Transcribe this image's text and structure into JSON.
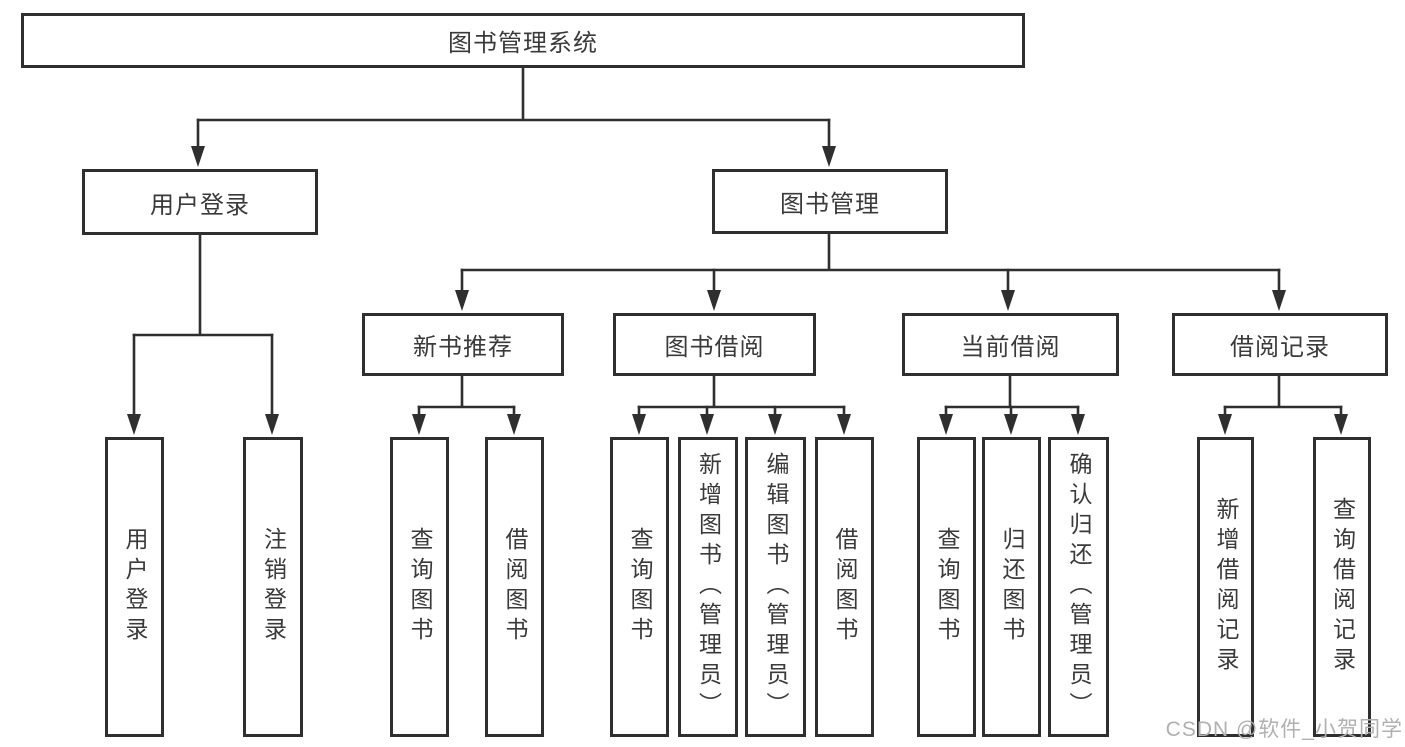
{
  "diagram": {
    "colors": {
      "line": "#2f2f2f",
      "text": "#3a3a3a",
      "box_background": "#ffffff",
      "watermark": "#b0b0b0"
    },
    "nodes": {
      "root": "图书管理系统",
      "user_login": "用户登录",
      "book_management": "图书管理",
      "new_book_recommend": "新书推荐",
      "book_borrow": "图书借阅",
      "current_borrow": "当前借阅",
      "borrow_record": "借阅记录",
      "leaf_user_login": "用户登录",
      "leaf_logout": "注销登录",
      "leaf_rec_query_book": "查询图书",
      "leaf_rec_borrow_book": "借阅图书",
      "leaf_bb_query_book": "查询图书",
      "leaf_bb_add_book": "新增图书（管理员）",
      "leaf_bb_edit_book": "编辑图书（管理员）",
      "leaf_bb_borrow_book": "借阅图书",
      "leaf_cb_query_book": "查询图书",
      "leaf_cb_return_book": "归还图书",
      "leaf_cb_confirm_return": "确认归还（管理员）",
      "leaf_br_add_record": "新增借阅记录",
      "leaf_br_query_record": "查询借阅记录"
    },
    "watermark": "CSDN @软件_小贺同学"
  }
}
